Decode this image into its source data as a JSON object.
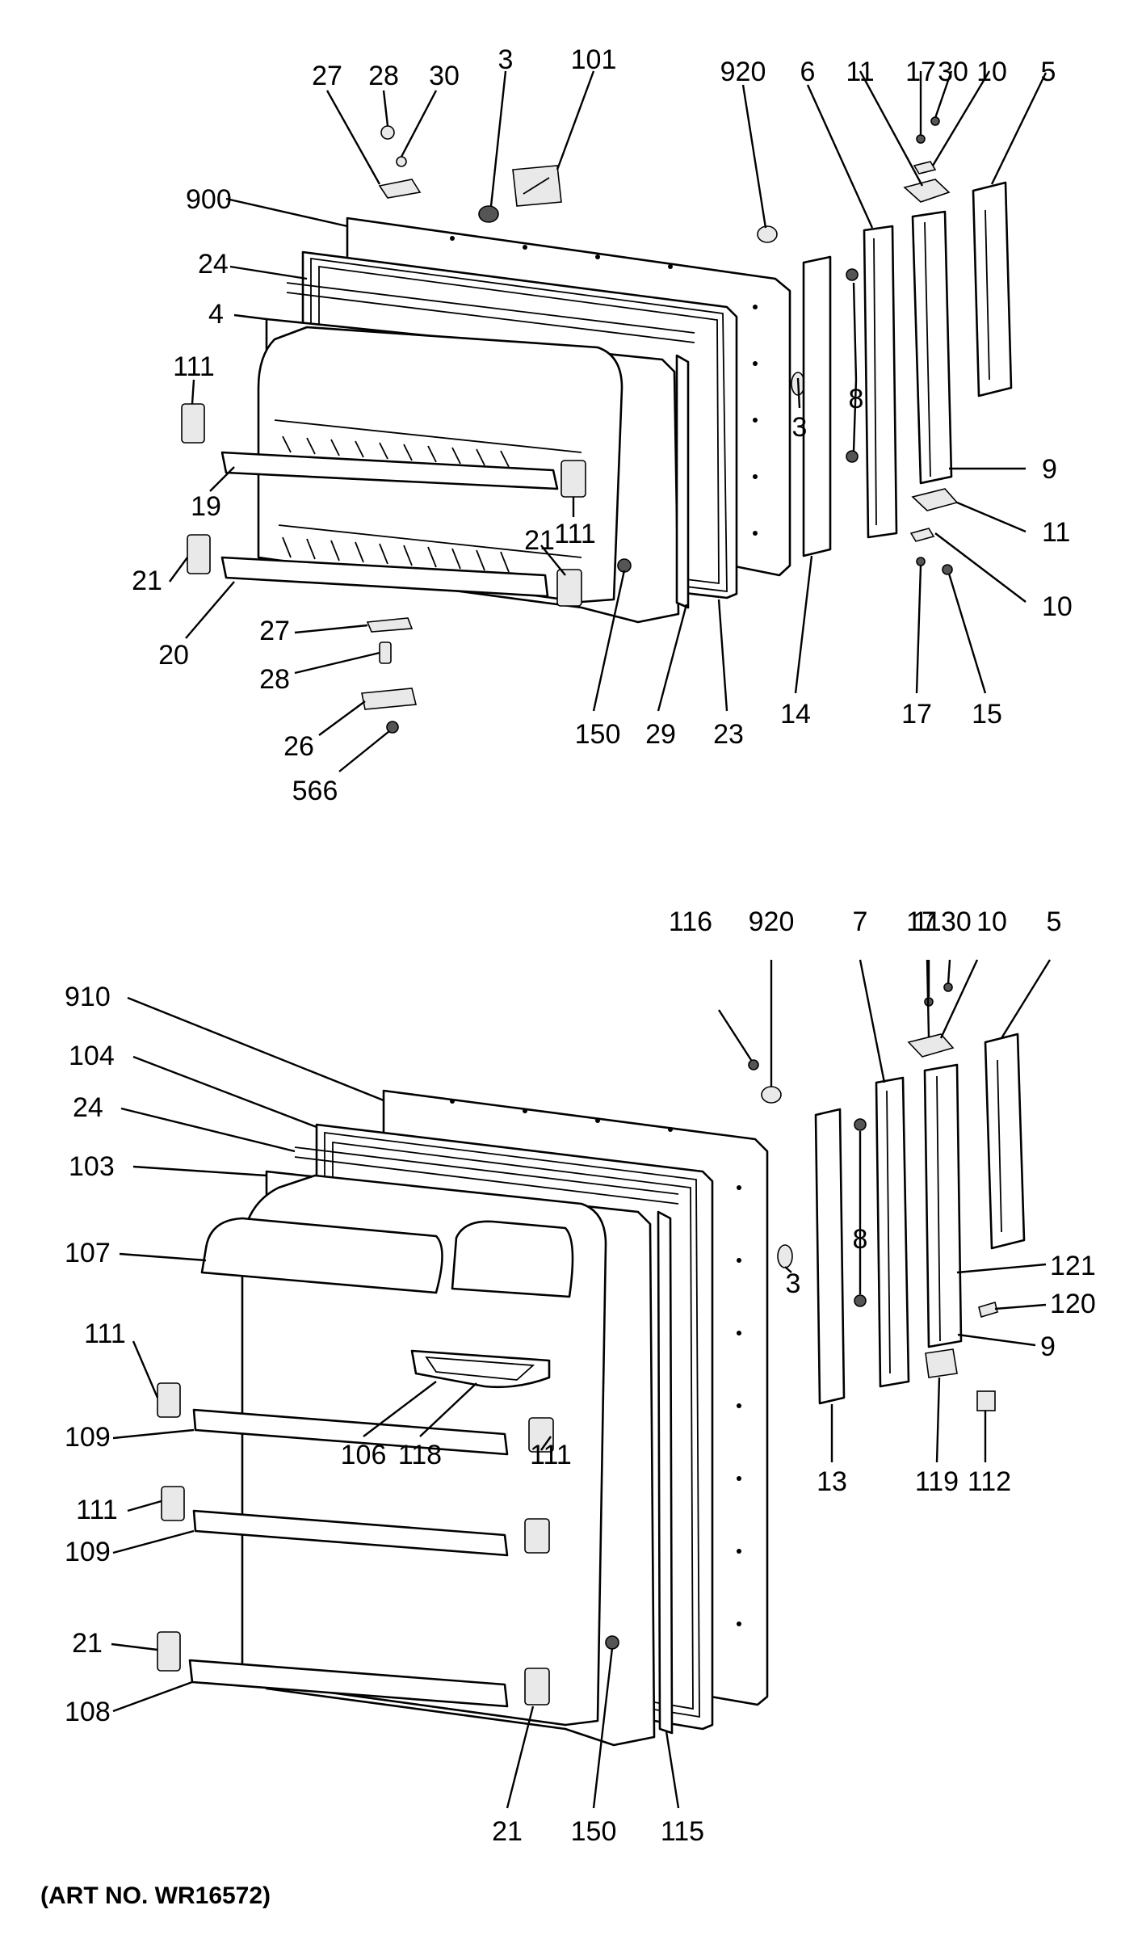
{
  "art_number": "(ART NO. WR16572)",
  "diagrams": [
    {
      "name": "freezer-door-assembly",
      "callouts": [
        "27",
        "28",
        "30",
        "3",
        "101",
        "920",
        "6",
        "11",
        "17",
        "30",
        "10",
        "5",
        "900",
        "24",
        "4",
        "111",
        "8",
        "3",
        "9",
        "19",
        "111",
        "21",
        "11",
        "21",
        "10",
        "20",
        "27",
        "28",
        "26",
        "566",
        "150",
        "29",
        "23",
        "14",
        "17",
        "15"
      ]
    },
    {
      "name": "fresh-food-door-assembly",
      "callouts": [
        "116",
        "920",
        "7",
        "11",
        "17",
        "30",
        "10",
        "5",
        "910",
        "104",
        "24",
        "103",
        "107",
        "8",
        "3",
        "121",
        "120",
        "9",
        "111",
        "106",
        "118",
        "111",
        "13",
        "119",
        "112",
        "109",
        "111",
        "109",
        "21",
        "108",
        "21",
        "150",
        "115"
      ]
    }
  ]
}
